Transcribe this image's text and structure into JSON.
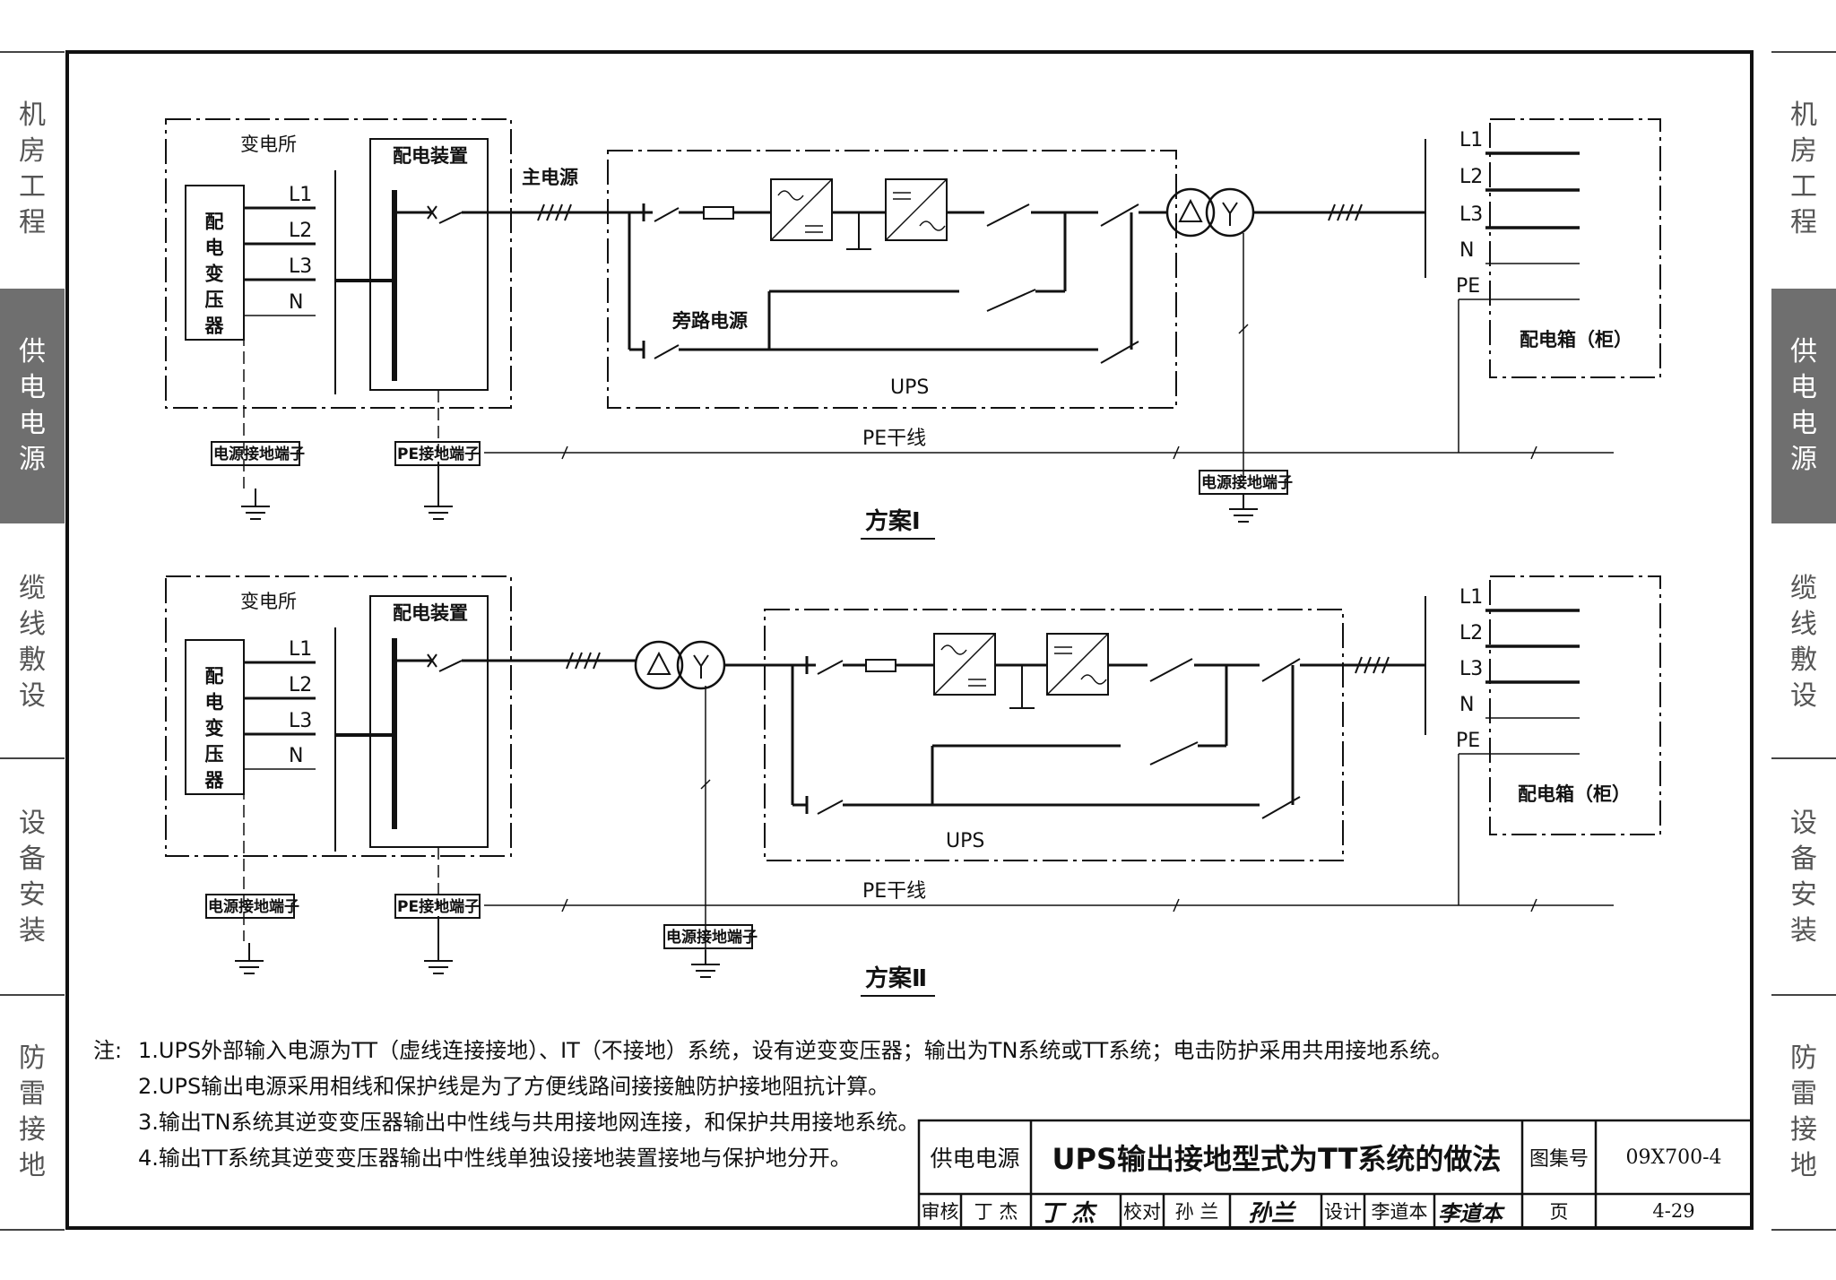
{
  "side_tabs_left": [
    {
      "label": "机房工程",
      "active": false
    },
    {
      "label": "供电电源",
      "active": true
    },
    {
      "label": "缆线敷设",
      "active": false
    },
    {
      "label": "设备安装",
      "active": false
    },
    {
      "label": "防雷接地",
      "active": false
    }
  ],
  "side_tabs_right": [
    {
      "label": "机房工程",
      "active": false
    },
    {
      "label": "供电电源",
      "active": true
    },
    {
      "label": "缆线敷设",
      "active": false
    },
    {
      "label": "设备安装",
      "active": false
    },
    {
      "label": "防雷接地",
      "active": false
    }
  ],
  "schemes": [
    {
      "substation": "变电所",
      "transformer": "配电变压器",
      "transformer_lines": [
        "L1",
        "L2",
        "L3",
        "N"
      ],
      "switchgear": "配电装置",
      "main_power": "主电源",
      "bypass": "旁路电源",
      "ups": "UPS",
      "panel": "配电箱（柜）",
      "panel_lines": [
        "L1",
        "L2",
        "L3",
        "N",
        "PE"
      ],
      "pe_trunk": "PE干线",
      "terminal_power": "电源接地端子",
      "terminal_pe": "PE接地端子",
      "terminal_power_2": "电源接地端子",
      "caption": "方案Ⅰ"
    },
    {
      "substation": "变电所",
      "transformer": "配电变压器",
      "transformer_lines": [
        "L1",
        "L2",
        "L3",
        "N"
      ],
      "switchgear": "配电装置",
      "ups": "UPS",
      "panel": "配电箱（柜）",
      "panel_lines": [
        "L1",
        "L2",
        "L3",
        "N",
        "PE"
      ],
      "pe_trunk": "PE干线",
      "terminal_power": "电源接地端子",
      "terminal_pe": "PE接地端子",
      "terminal_power_2": "电源接地端子",
      "caption": "方案Ⅱ"
    }
  ],
  "notes": {
    "lead": "注:",
    "items": [
      "1.UPS外部输入电源为TT（虚线连接接地）、IT（不接地）系统，设有逆变变压器；输出为TN系统或TT系统；电击防护采用共用接地系统。",
      "2.UPS输出电源采用相线和保护线是为了方便线路间接接触防护接地阻抗计算。",
      "3.输出TN系统其逆变变压器输出中性线与共用接地网连接，和保护共用接地系统。",
      "4.输出TT系统其逆变变压器输出中性线单独设接地装置接地与保护地分开。"
    ]
  },
  "title_block": {
    "category": "供电电源",
    "title": "UPS输出接地型式为TT系统的做法",
    "atlas_label": "图集号",
    "atlas_no": "09X700-4",
    "review_label": "审核",
    "reviewer": "丁 杰",
    "reviewer_sig": "丁 杰",
    "check_label": "校对",
    "checker": "孙 兰",
    "checker_sig": "孙兰",
    "design_label": "设计",
    "designer": "李道本",
    "designer_sig": "李道本",
    "page_label": "页",
    "page_no": "4-29"
  }
}
